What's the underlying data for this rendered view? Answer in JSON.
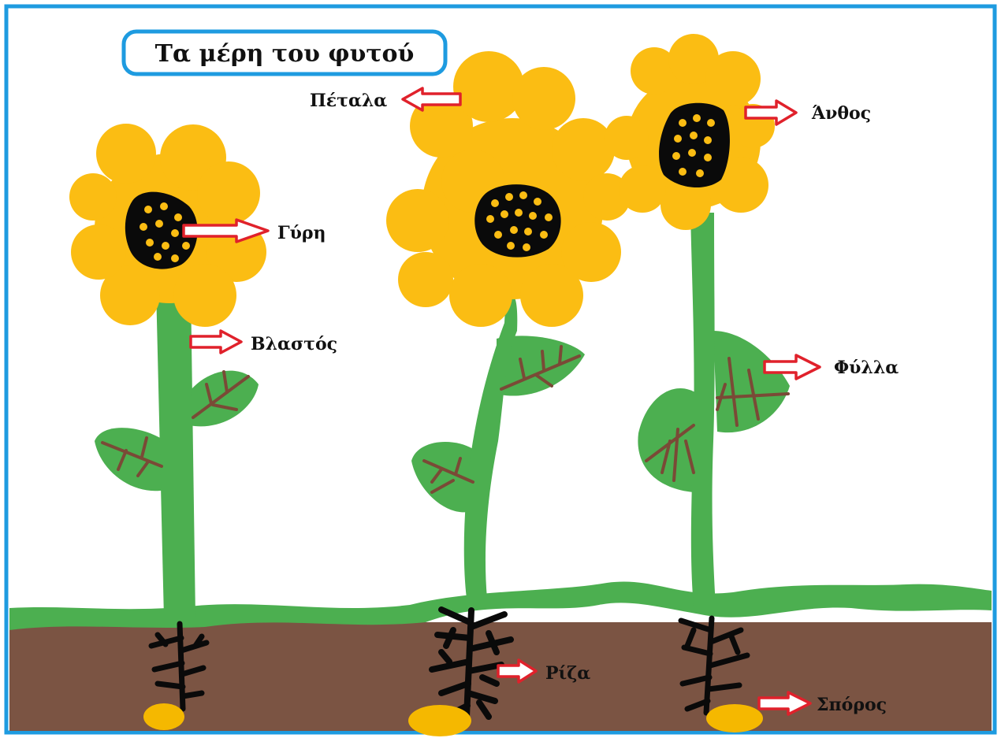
{
  "title": "Τα μέρη του φυτού",
  "labels": {
    "petals": "Πέταλα",
    "flower": "Άνθος",
    "pollen": "Γύρη",
    "stem": "Βλαστός",
    "leaves": "Φύλλα",
    "root": "Ρίζα",
    "seed": "Σπόρος"
  },
  "colors": {
    "frame": "#1e9be0",
    "petal": "#fbbd13",
    "center": "#0a0a0a",
    "pollen_dot": "#fbbd13",
    "stem": "#4caf50",
    "leaf_vein": "#7a4a36",
    "soil": "#7b5443",
    "grass": "#4caf50",
    "root": "#0a0a0a",
    "seed": "#f5b800",
    "arrow_stroke": "#e0212b",
    "arrow_fill": "#ffffff"
  }
}
